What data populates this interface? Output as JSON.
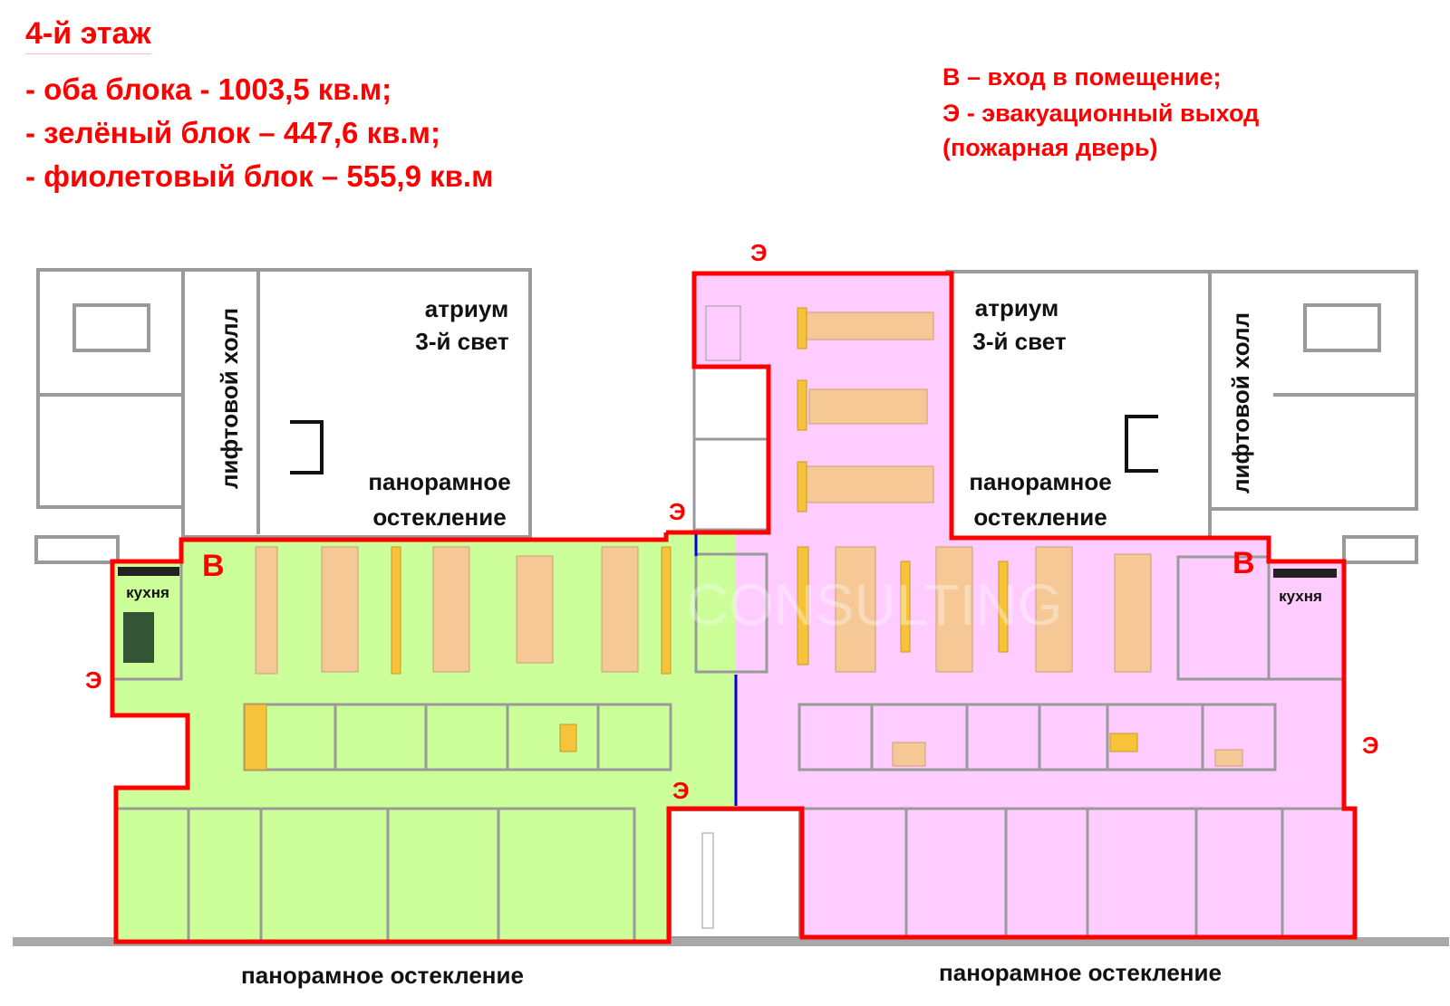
{
  "header": {
    "floor_title": "4-й этаж",
    "areas": [
      "- оба блока - 1003,5 кв.м;",
      "- зелёный блок – 447,6 кв.м;",
      "- фиолетовый блок – 555,9 кв.м"
    ]
  },
  "legend": {
    "entrance": "В – вход в помещение;",
    "exit": "Э - эвакуационный выход",
    "exit_note": "(пожарная дверь)"
  },
  "plan": {
    "atrium_line1": "атриум",
    "atrium_line2": "3-й свет",
    "lift_hall": "лифтовой холл",
    "glazing_line1": "панорамное",
    "glazing_line2": "остекление",
    "kitchen": "кухня",
    "bottom_glazing": "панорамное остекление",
    "entrance_mark": "В",
    "exit_mark": "Э",
    "watermark": "CONSULTING"
  },
  "colors": {
    "accent": "#ff0000",
    "green_block": "#ccff99",
    "purple_block": "#ffccff",
    "wall": "#9a9a9a",
    "desk": "#f5c896"
  }
}
